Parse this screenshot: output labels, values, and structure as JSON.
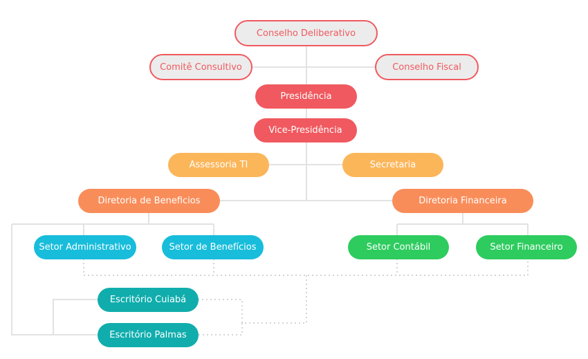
{
  "colors": {
    "outline_border": "#f0595f",
    "outline_fill": "#ececec",
    "red": "#f0595f",
    "orange": "#fbb65a",
    "coral": "#f98d5a",
    "cyan": "#18bddb",
    "green": "#2ecc5f",
    "teal": "#11adad",
    "line": "#e2e2e2"
  },
  "nodes": {
    "conselho_deliberativo": "Conselho Deliberativo",
    "comite_consultivo": "Comitê Consultivo",
    "conselho_fiscal": "Conselho Fiscal",
    "presidencia": "Presidência",
    "vice_presidencia": "Vice-Presidência",
    "assessoria_ti": "Assessoria TI",
    "secretaria": "Secretaria",
    "diretoria_beneficios": "Diretoria de Beneficios",
    "diretoria_financeira": "Diretoria Financeira",
    "setor_administrativo": "Setor Administrativo",
    "setor_beneficios": "Setor de Benefícios",
    "setor_contabil": "Setor Contábil",
    "setor_financeiro": "Setor Financeiro",
    "escritorio_cuiaba": "Escritório Cuiabá",
    "escritorio_palmas": "Escritório Palmas"
  }
}
